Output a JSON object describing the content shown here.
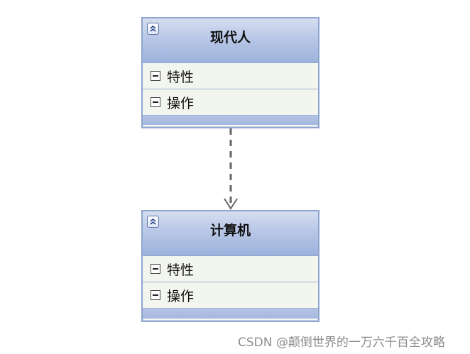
{
  "diagram": {
    "classes": [
      {
        "name": "现代人",
        "compartments": [
          "特性",
          "操作"
        ]
      },
      {
        "name": "计算机",
        "compartments": [
          "特性",
          "操作"
        ]
      }
    ],
    "relationship": {
      "type": "dependency",
      "from": "现代人",
      "to": "计算机"
    }
  },
  "icons": {
    "collapse": "collapse-chevron-up-icon",
    "compartment_toggle": "minus-box-icon"
  },
  "colors": {
    "header_top": "#d6def0",
    "header_bottom": "#9db2dc",
    "border": "#8ea6cf",
    "compartment_bg": "#f3f6ee",
    "connector": "#666666",
    "watermark": "#8c8c8c"
  },
  "watermark": {
    "text": "CSDN @颠倒世界的一万六千百全攻略"
  }
}
